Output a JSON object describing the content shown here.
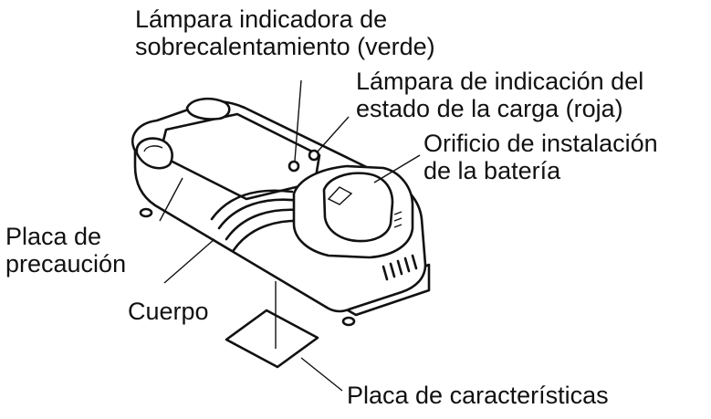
{
  "labels": {
    "overheat_lamp": [
      "Lámpara indicadora de",
      "sobrecalentamiento (verde)"
    ],
    "charge_lamp": [
      "Lámpara de indicación del",
      "estado de la carga (roja)"
    ],
    "battery_hole": [
      "Orificio de instalación",
      "de la batería"
    ],
    "caution_plate": [
      "Placa de",
      "precaución"
    ],
    "body": [
      "Cuerpo"
    ],
    "rating_plate": [
      "Placa de características"
    ]
  }
}
